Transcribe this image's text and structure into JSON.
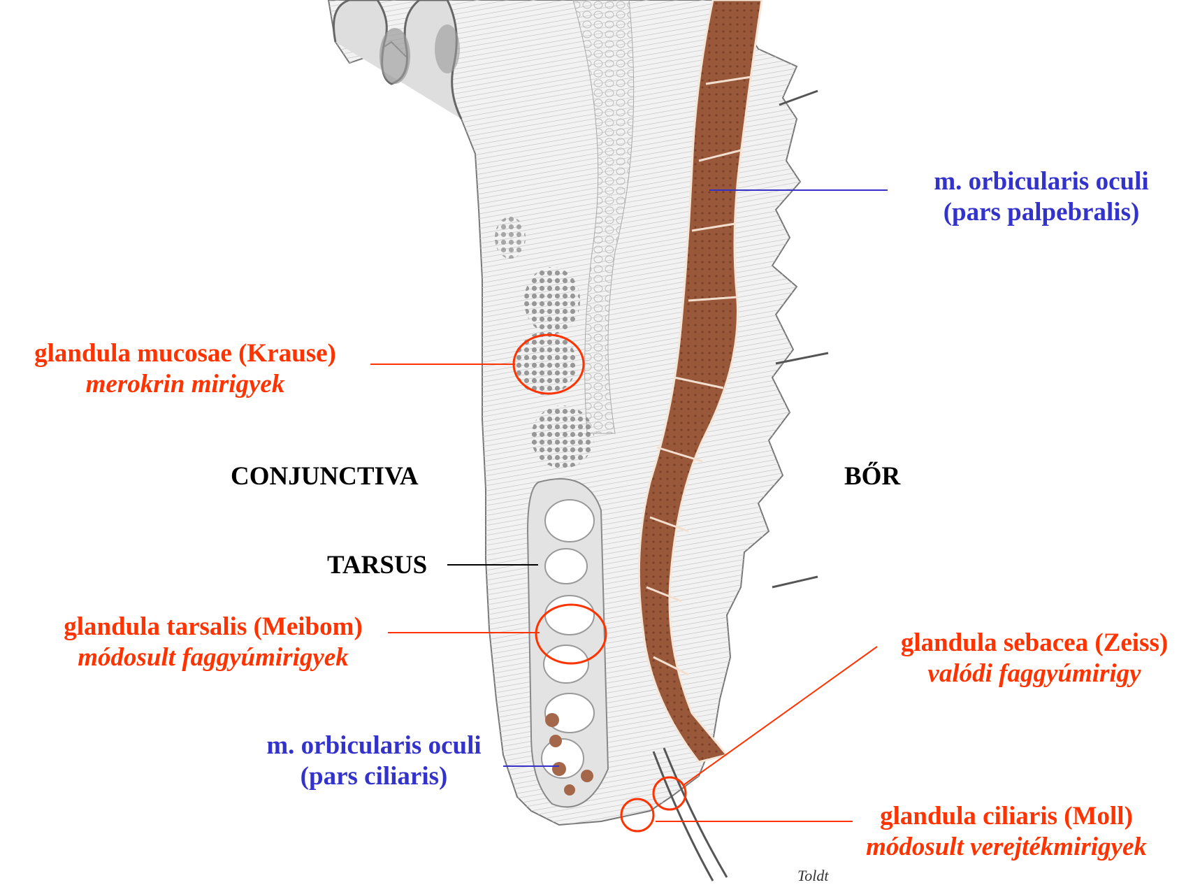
{
  "colors": {
    "red": "#ff3300",
    "blue": "#3333cc",
    "black": "#000000",
    "muscle": "#9c5a3e",
    "tissue": "#f0f0f0",
    "tissue_line": "#8a8a8a"
  },
  "labels": {
    "m_orbicularis_palpebralis": {
      "line1": "m. orbicularis oculi",
      "line2": "(pars palpebralis)"
    },
    "glandula_mucosae": {
      "line1": "glandula mucosae (Krause)",
      "line2": "merokrin mirigyek"
    },
    "conjunctiva": "CONJUNCTIVA",
    "bor": "BŐR",
    "tarsus": "TARSUS",
    "glandula_tarsalis": {
      "line1": "glandula tarsalis (Meibom)",
      "line2": "módosult faggyúmirigyek"
    },
    "glandula_sebacea": {
      "line1": "glandula sebacea (Zeiss)",
      "line2": "valódi faggyúmirigy"
    },
    "m_orbicularis_ciliaris": {
      "line1": "m. orbicularis oculi",
      "line2": "(pars ciliaris)"
    },
    "glandula_ciliaris": {
      "line1": "glandula ciliaris (Moll)",
      "line2": "módosult verejtékmirigyek"
    }
  },
  "credit": "Toldt"
}
